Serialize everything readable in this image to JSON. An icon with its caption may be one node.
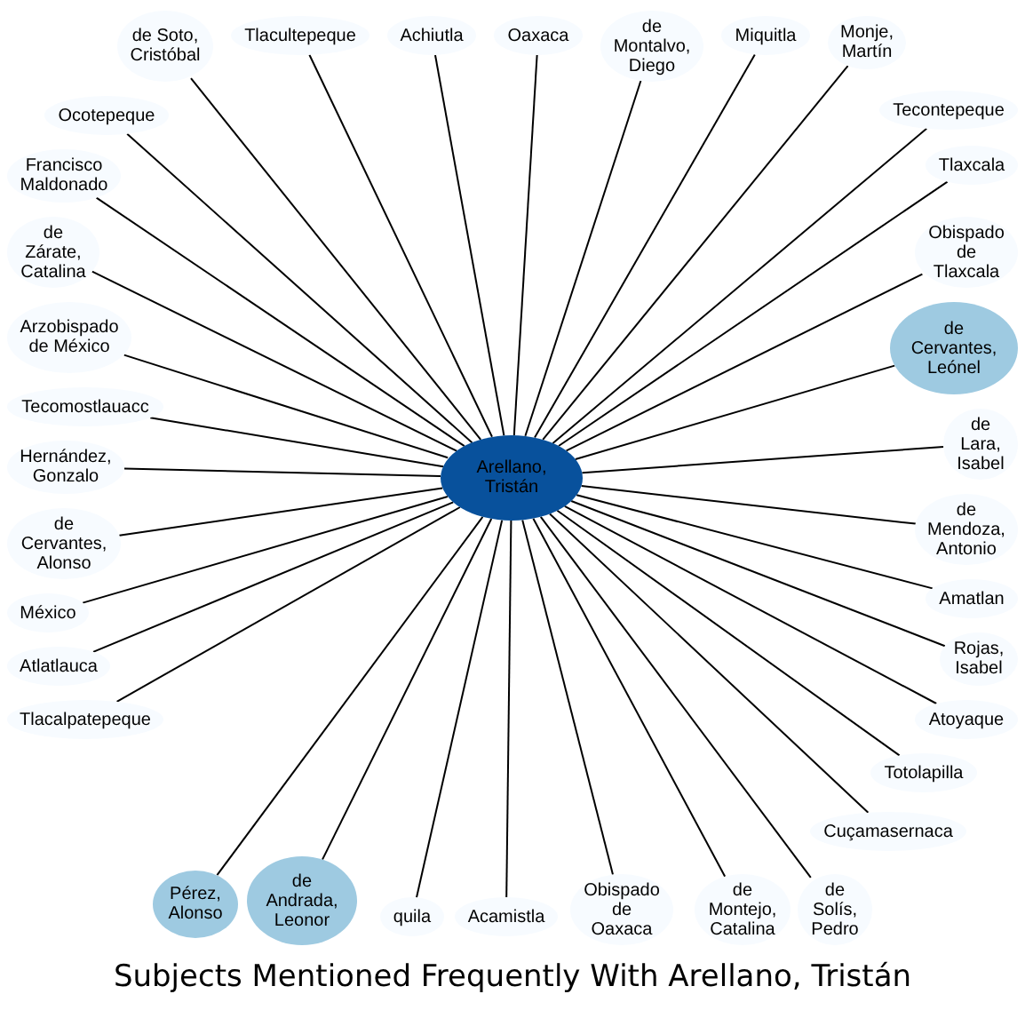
{
  "diagram": {
    "title": "Subjects Mentioned Frequently With Arellano, Tristán",
    "nodes": [
      {
        "text": [
          "Arellano, Tristán"
        ]
      },
      {
        "text": [
          "de Montalvo, Diego"
        ]
      },
      {
        "text": [
          "Oaxaca"
        ]
      },
      {
        "text": [
          "Achiutla"
        ]
      },
      {
        "text": [
          "Miquitla"
        ]
      },
      {
        "text": [
          "Monje, Martín"
        ]
      },
      {
        "text": [
          "Tlacultepeque"
        ]
      },
      {
        "text": [
          "Tecomostlauacc"
        ]
      },
      {
        "text": [
          "de Soto, Cristóbal"
        ]
      },
      {
        "text": [
          "Tlaxcala"
        ]
      },
      {
        "text": [
          "Tecontepeque"
        ]
      },
      {
        "text": [
          "Ocotepeque"
        ]
      },
      {
        "text": [
          "Obispado de Tlaxcala"
        ]
      },
      {
        "text": [
          "Francisco Maldonado"
        ]
      },
      {
        "text": [
          "de Zárate, Catalina"
        ]
      },
      {
        "text": [
          "de Lara, Isabel"
        ]
      },
      {
        "text": [
          "de Cervantes, Leónel"
        ]
      },
      {
        "text": [
          "Arzobispado de México"
        ]
      },
      {
        "text": [
          "de Mendoza, Antonio"
        ]
      },
      {
        "text": [
          "Amatlan"
        ]
      },
      {
        "text": [
          "Hernández, Gonzalo"
        ]
      },
      {
        "text": [
          "Pérez, Alonso"
        ]
      },
      {
        "text": [
          "de Cervantes, Alonso"
        ]
      },
      {
        "text": [
          "de Andrada, Leonor"
        ]
      },
      {
        "text": [
          "Rojas, Isabel"
        ]
      },
      {
        "text": [
          "México"
        ]
      },
      {
        "text": [
          "Totolapilla"
        ]
      },
      {
        "text": [
          "Atoyaque"
        ]
      },
      {
        "text": [
          "Atlatlauca"
        ]
      },
      {
        "text": [
          "de Montejo, Catalina"
        ]
      },
      {
        "text": [
          "de Solís, Pedro"
        ]
      },
      {
        "text": [
          "quila"
        ]
      },
      {
        "text": [
          "Tlacalpatepeque"
        ]
      },
      {
        "text": [
          "Acamistla"
        ]
      },
      {
        "text": [
          "Obispado de Oaxaca"
        ]
      },
      {
        "text": [
          "Cuçamasernaca"
        ]
      }
    ],
    "edges": [
      {
        "from": 0,
        "to": 1,
        "arrow": "none"
      },
      {
        "from": 0,
        "to": 2,
        "arrow": "none"
      },
      {
        "from": 0,
        "to": 3,
        "arrow": "none"
      },
      {
        "from": 0,
        "to": 4,
        "arrow": "none"
      },
      {
        "from": 0,
        "to": 5,
        "arrow": "none"
      },
      {
        "from": 0,
        "to": 6,
        "arrow": "none"
      },
      {
        "from": 0,
        "to": 7,
        "arrow": "none"
      },
      {
        "from": 0,
        "to": 8,
        "arrow": "none"
      },
      {
        "from": 0,
        "to": 9,
        "arrow": "none"
      },
      {
        "from": 0,
        "to": 10,
        "arrow": "none"
      },
      {
        "from": 0,
        "to": 11,
        "arrow": "none"
      },
      {
        "from": 0,
        "to": 12,
        "arrow": "none"
      },
      {
        "from": 0,
        "to": 13,
        "arrow": "none"
      },
      {
        "from": 0,
        "to": 14,
        "arrow": "none"
      },
      {
        "from": 0,
        "to": 15,
        "arrow": "none"
      },
      {
        "from": 0,
        "to": 16,
        "arrow": "none"
      },
      {
        "from": 0,
        "to": 17,
        "arrow": "none"
      },
      {
        "from": 0,
        "to": 18,
        "arrow": "none"
      },
      {
        "from": 0,
        "to": 19,
        "arrow": "none"
      },
      {
        "from": 0,
        "to": 20,
        "arrow": "none"
      },
      {
        "from": 0,
        "to": 21,
        "arrow": "none"
      },
      {
        "from": 0,
        "to": 22,
        "arrow": "none"
      },
      {
        "from": 0,
        "to": 23,
        "arrow": "none"
      },
      {
        "from": 0,
        "to": 24,
        "arrow": "none"
      },
      {
        "from": 0,
        "to": 25,
        "arrow": "none"
      },
      {
        "from": 0,
        "to": 26,
        "arrow": "none"
      },
      {
        "from": 0,
        "to": 27,
        "arrow": "none"
      },
      {
        "from": 0,
        "to": 28,
        "arrow": "none"
      },
      {
        "from": 0,
        "to": 29,
        "arrow": "none"
      },
      {
        "from": 0,
        "to": 30,
        "arrow": "none"
      },
      {
        "from": 0,
        "to": 31,
        "arrow": "none"
      },
      {
        "from": 0,
        "to": 32,
        "arrow": "none"
      },
      {
        "from": 0,
        "to": 33,
        "arrow": "none"
      },
      {
        "from": 0,
        "to": 34,
        "arrow": "none"
      },
      {
        "from": 0,
        "to": 35,
        "arrow": "none"
      }
    ]
  }
}
